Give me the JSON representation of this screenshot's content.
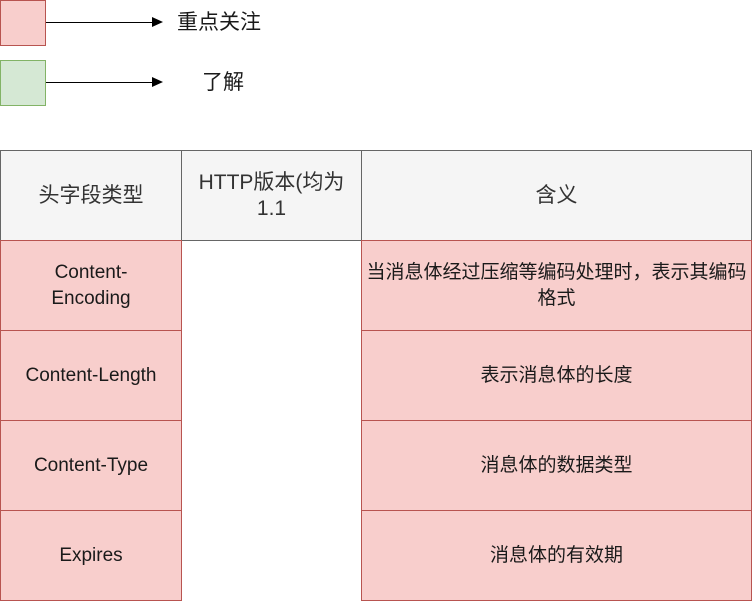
{
  "legend": [
    {
      "color": "#f8cecc",
      "border": "#b85450",
      "label": "重点关注"
    },
    {
      "color": "#d5e8d4",
      "border": "#82b366",
      "label": "了解"
    }
  ],
  "table": {
    "headers": [
      "头字段类型",
      "HTTP版本(均为1.1",
      "含义"
    ],
    "rows": [
      {
        "field": "Content-Encoding",
        "version": "",
        "meaning": "当消息体经过压缩等编码处理时，表示其编码格式"
      },
      {
        "field": "Content-Length",
        "version": "",
        "meaning": "表示消息体的长度"
      },
      {
        "field": "Content-Type",
        "version": "",
        "meaning": "消息体的数据类型"
      },
      {
        "field": "Expires",
        "version": "",
        "meaning": "消息体的有效期"
      }
    ]
  }
}
